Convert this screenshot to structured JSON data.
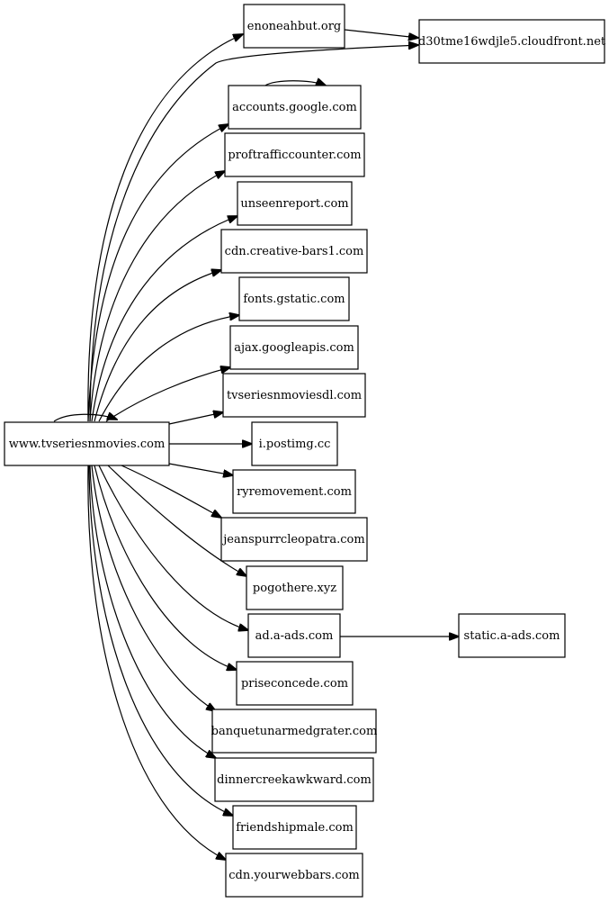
{
  "graph": {
    "nodes": {
      "root": "www.tvseriesnmovies.com",
      "enoneahbut": "enoneahbut.org",
      "cloudfront": "d30tme16wdjle5.cloudfront.net",
      "accounts": "accounts.google.com",
      "proftraffic": "proftrafficcounter.com",
      "unseenreport": "unseenreport.com",
      "creativebars": "cdn.creative-bars1.com",
      "fontsgstatic": "fonts.gstatic.com",
      "ajaxgoogle": "ajax.googleapis.com",
      "tvseriesdl": "tvseriesnmoviesdl.com",
      "postimg": "i.postimg.cc",
      "ryremovement": "ryremovement.com",
      "jeanspurr": "jeanspurrcleopatra.com",
      "pogothere": "pogothere.xyz",
      "aads": "ad.a-ads.com",
      "staticaads": "static.a-ads.com",
      "priseconcede": "priseconcede.com",
      "banquet": "banquetunarmedgrater.com",
      "dinnercreek": "dinnercreekawkward.com",
      "friendship": "friendshipmale.com",
      "yourwebbars": "cdn.yourwebbars.com"
    },
    "edges": [
      [
        "root",
        "root"
      ],
      [
        "root",
        "enoneahbut"
      ],
      [
        "root",
        "cloudfront"
      ],
      [
        "enoneahbut",
        "cloudfront"
      ],
      [
        "accounts",
        "accounts"
      ],
      [
        "root",
        "accounts"
      ],
      [
        "root",
        "proftraffic"
      ],
      [
        "root",
        "unseenreport"
      ],
      [
        "root",
        "creativebars"
      ],
      [
        "root",
        "fontsgstatic"
      ],
      [
        "root",
        "ajaxgoogle"
      ],
      [
        "root",
        "tvseriesdl"
      ],
      [
        "root",
        "postimg"
      ],
      [
        "root",
        "ryremovement"
      ],
      [
        "root",
        "jeanspurr"
      ],
      [
        "root",
        "pogothere"
      ],
      [
        "root",
        "aads"
      ],
      [
        "aads",
        "staticaads"
      ],
      [
        "root",
        "priseconcede"
      ],
      [
        "root",
        "banquet"
      ],
      [
        "root",
        "dinnercreek"
      ],
      [
        "root",
        "friendship"
      ],
      [
        "root",
        "yourwebbars"
      ]
    ]
  }
}
